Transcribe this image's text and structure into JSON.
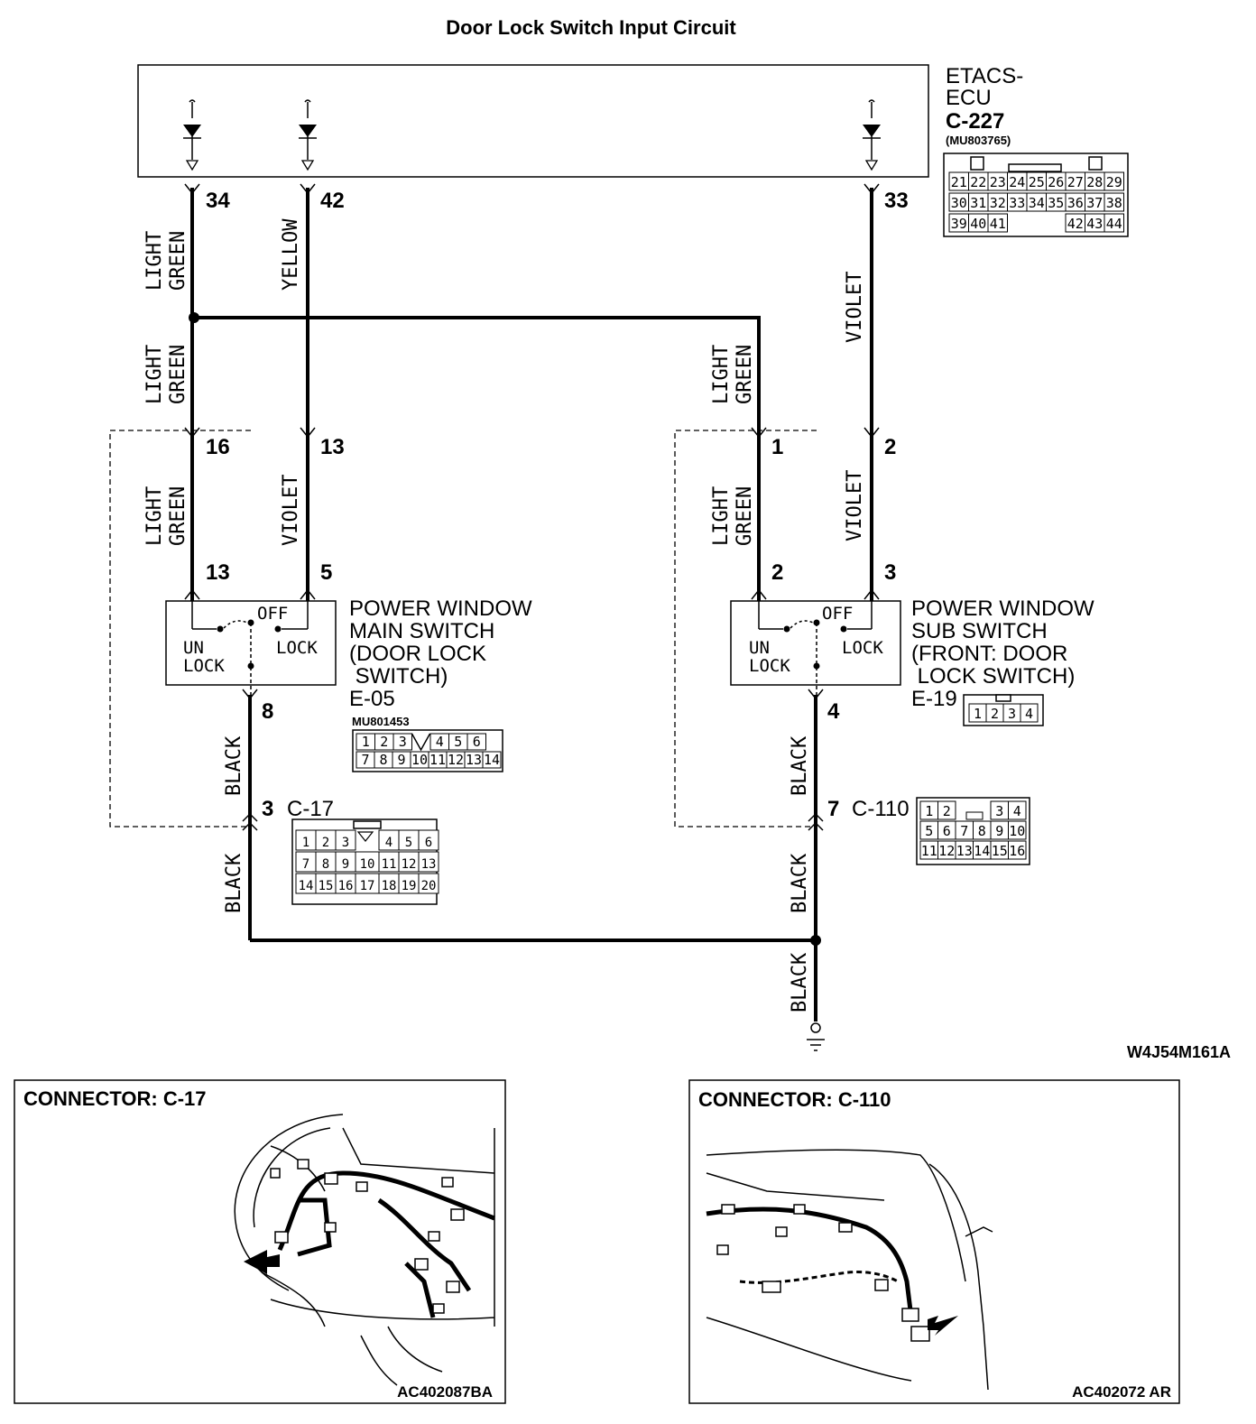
{
  "title": "Door Lock Switch Input Circuit",
  "diagram_code": "W4J54M161A",
  "ecu": {
    "name_line1": "ETACS-",
    "name_line2": "ECU",
    "connector": "C-227",
    "part": "(MU803765)",
    "pins": {
      "row1": [
        "21",
        "22",
        "23",
        "24",
        "25",
        "26",
        "27",
        "28",
        "29"
      ],
      "row2": [
        "30",
        "31",
        "32",
        "33",
        "34",
        "35",
        "36",
        "37",
        "38"
      ],
      "row3": [
        "39",
        "40",
        "41",
        "",
        "",
        "",
        "42",
        "43",
        "44"
      ]
    },
    "wire_pins": [
      "34",
      "42",
      "33"
    ]
  },
  "wires": {
    "light_green_1": "LIGHT",
    "light_green_2": "GREEN",
    "yellow": "YELLOW",
    "violet": "VIOLET",
    "black": "BLACK"
  },
  "main_switch": {
    "name": [
      "POWER WINDOW",
      "MAIN SWITCH",
      "(DOOR LOCK",
      " SWITCH)"
    ],
    "connector": "E-05",
    "part": "MU801453",
    "pins_in": [
      "16",
      "13"
    ],
    "pins_switch": [
      "13",
      "5"
    ],
    "pin_out": "8",
    "off": "OFF",
    "unlock_1": "UN",
    "unlock_2": "LOCK",
    "lock": "LOCK",
    "connector_pins": {
      "row1": [
        "1",
        "2",
        "3",
        "",
        "4",
        "5",
        "6"
      ],
      "row2": [
        "7",
        "8",
        "9",
        "10",
        "11",
        "12",
        "13",
        "14"
      ]
    }
  },
  "sub_switch": {
    "name": [
      "POWER WINDOW",
      "SUB SWITCH",
      "(FRONT: DOOR",
      " LOCK SWITCH)"
    ],
    "connector": "E-19",
    "pins_in": [
      "1",
      "2"
    ],
    "pins_switch": [
      "2",
      "3"
    ],
    "pin_out": "4",
    "off": "OFF",
    "unlock_1": "UN",
    "unlock_2": "LOCK",
    "lock": "LOCK",
    "connector_pins": [
      "1",
      "2",
      "3",
      "4"
    ]
  },
  "c17": {
    "pin": "3",
    "connector": "C-17",
    "pins": {
      "row1": [
        "1",
        "2",
        "3",
        "",
        "4",
        "5",
        "6"
      ],
      "row2": [
        "7",
        "8",
        "9",
        "10",
        "11",
        "12",
        "13"
      ],
      "row3": [
        "14",
        "15",
        "16",
        "17",
        "18",
        "19",
        "20"
      ]
    }
  },
  "c110": {
    "pin": "7",
    "connector": "C-110",
    "pins": {
      "row1": [
        "1",
        "2",
        "",
        "",
        "3",
        "4"
      ],
      "row2": [
        "5",
        "6",
        "7",
        "8",
        "9",
        "10"
      ],
      "row3": [
        "11",
        "12",
        "13",
        "14",
        "15",
        "16"
      ]
    }
  },
  "panels": [
    {
      "title": "CONNECTOR: C-17",
      "code": "AC402087BA"
    },
    {
      "title": "CONNECTOR: C-110",
      "code": "AC402072 AR"
    }
  ]
}
